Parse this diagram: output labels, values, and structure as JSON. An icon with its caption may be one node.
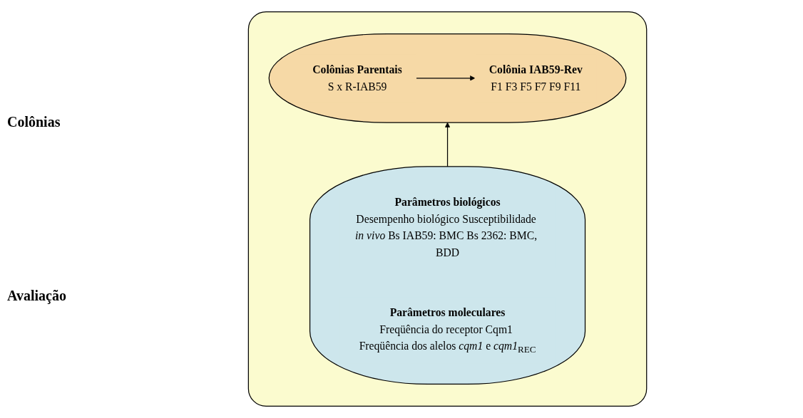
{
  "diagram": {
    "nodes": [
      {
        "text": [],
        "shape": "box"
      },
      {
        "text": [],
        "shape": "ellipse",
        "in": 0
      },
      {
        "text": [
          "Colônias Parentais",
          "S x R-IAB59"
        ],
        "in": 1
      },
      {
        "text": [
          "Colônia IAB59-Rev",
          "F1 F3 F5 F7 F9 F11"
        ],
        "in": 1
      },
      {
        "text": [],
        "shape": "ellipse",
        "in": 0
      },
      {
        "text": [
          "Parâmetros biológicos",
          "Desempenho biológico Susceptibilidade *in vivo* Bs IAB59: BMC Bs 2362: BMC, BDD"
        ],
        "in": 4
      },
      {
        "text": [
          "Parâmetros moleculares",
          "Freqüência do receptor Cqm1 Freqüência dos alelos *cqm1* e *cqm1*$_{REC}$"
        ],
        "in": 4
      }
    ],
    "edges": [
      {
        "from": 2,
        "to": 3,
        "arrow": "to"
      },
      {
        "from": 4,
        "to": 1,
        "arrow": "to"
      }
    ],
    "labels": [
      "Colônias",
      "Avaliação"
    ]
  }
}
